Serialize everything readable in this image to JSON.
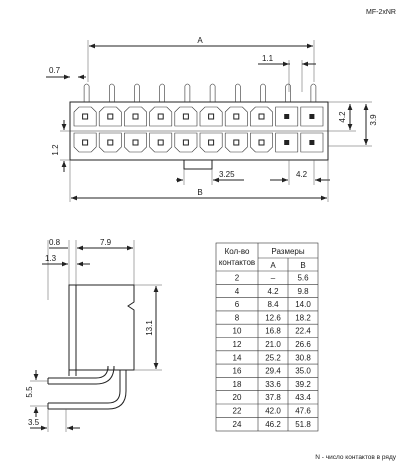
{
  "doc": {
    "code": "MF-2xNR",
    "footnote": "N - число контактов в ряду"
  },
  "top_view": {
    "dims": {
      "A": "A",
      "B": "B",
      "d07": "0.7",
      "d11": "1.1",
      "d12": "1.2",
      "d42v": "4.2",
      "d39": "3.9",
      "d325": "3.25",
      "d42h": "4.2"
    }
  },
  "side_view": {
    "dims": {
      "d08": "0.8",
      "d79": "7.9",
      "d13": "1.3",
      "d131": "13.1",
      "d55": "5.5",
      "d35": "3.5"
    }
  },
  "table": {
    "header_col1": "Кол-во контактов",
    "header_sizes": "Размеры",
    "sub_a": "A",
    "sub_b": "B",
    "rows": [
      [
        "2",
        "–",
        "5.6"
      ],
      [
        "4",
        "4.2",
        "9.8"
      ],
      [
        "6",
        "8.4",
        "14.0"
      ],
      [
        "8",
        "12.6",
        "18.2"
      ],
      [
        "10",
        "16.8",
        "22.4"
      ],
      [
        "12",
        "21.0",
        "26.6"
      ],
      [
        "14",
        "25.2",
        "30.8"
      ],
      [
        "16",
        "29.4",
        "35.0"
      ],
      [
        "18",
        "33.6",
        "39.2"
      ],
      [
        "20",
        "37.8",
        "43.4"
      ],
      [
        "22",
        "42.0",
        "47.6"
      ],
      [
        "24",
        "46.2",
        "51.8"
      ]
    ]
  }
}
